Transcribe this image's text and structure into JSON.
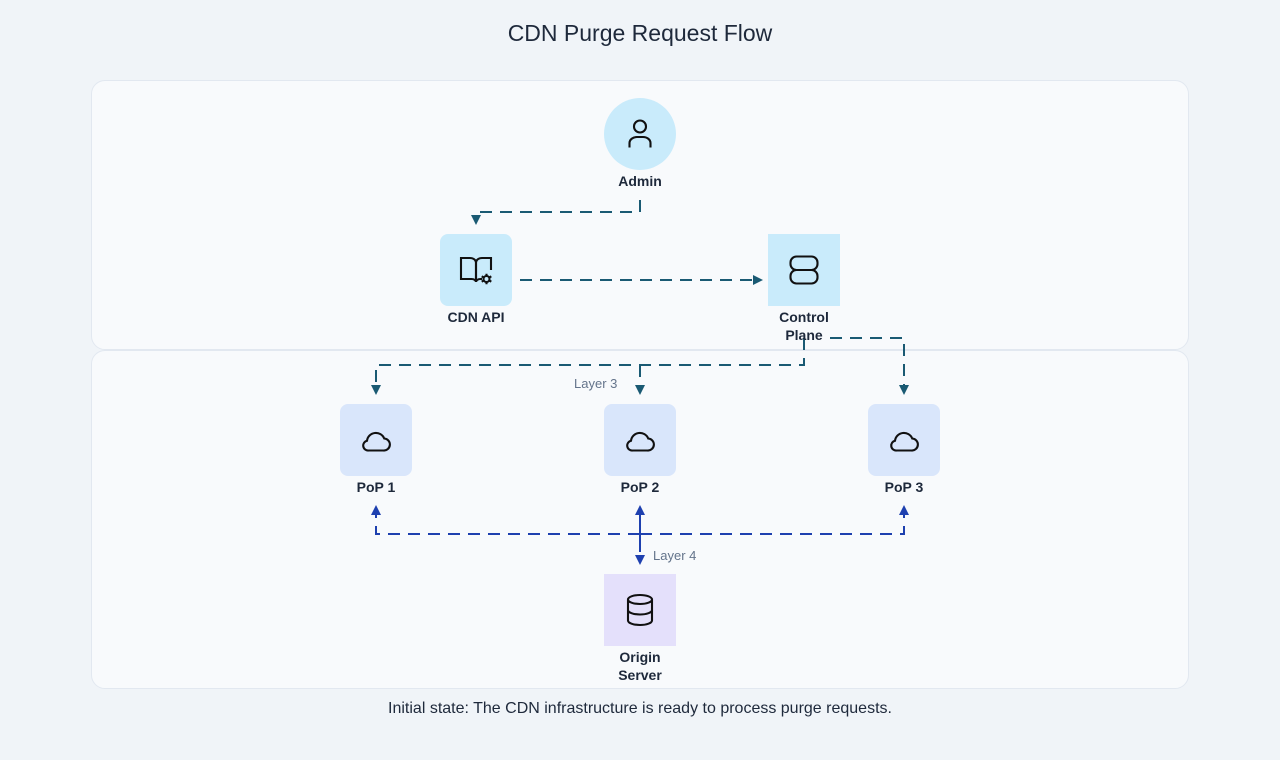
{
  "title": "CDN Purge Request Flow",
  "caption": "Initial state: The CDN infrastructure is ready to process purge requests.",
  "colors": {
    "flow_teal": "#1a5a73",
    "flow_blue": "#1e40af",
    "user_bg": "#c9ebfb",
    "service_bg": "#c9ebfb",
    "pop_bg": "#d9e6fb",
    "origin_bg": "#e4e0fb"
  },
  "nodes": {
    "admin": {
      "label": "Admin",
      "icon": "user-icon"
    },
    "cdn_api": {
      "label": "CDN API",
      "icon": "book-settings-icon"
    },
    "control_plane": {
      "label": "Control Plane",
      "label_lines": [
        "Control",
        "Plane"
      ],
      "icon": "server-icon"
    },
    "pop1": {
      "label": "PoP 1",
      "icon": "cloud-icon"
    },
    "pop2": {
      "label": "PoP 2",
      "icon": "cloud-icon"
    },
    "pop3": {
      "label": "PoP 3",
      "icon": "cloud-icon"
    },
    "origin": {
      "label": "Origin Server",
      "label_lines": [
        "Origin",
        "Server"
      ],
      "icon": "database-icon"
    }
  },
  "edges": [
    {
      "from": "admin",
      "to": "cdn_api",
      "style": "dashed",
      "color": "teal"
    },
    {
      "from": "cdn_api",
      "to": "control_plane",
      "style": "dashed",
      "color": "teal"
    },
    {
      "from": "control_plane",
      "to": "pop1",
      "style": "dashed",
      "color": "teal"
    },
    {
      "from": "control_plane",
      "to": "pop2",
      "style": "dashed",
      "color": "teal",
      "label": "Layer 3"
    },
    {
      "from": "control_plane",
      "to": "pop3",
      "style": "dashed",
      "color": "teal"
    },
    {
      "from": "origin",
      "to": "pop1",
      "style": "dashed",
      "color": "blue"
    },
    {
      "from": "origin",
      "to": "pop2",
      "style": "dashed",
      "color": "blue"
    },
    {
      "from": "origin",
      "to": "pop3",
      "style": "dashed",
      "color": "blue"
    },
    {
      "from": "pop2",
      "to": "origin",
      "style": "dashed",
      "color": "blue",
      "label": "Layer 4"
    }
  ],
  "edge_labels": {
    "layer3": "Layer 3",
    "layer4": "Layer 4"
  }
}
